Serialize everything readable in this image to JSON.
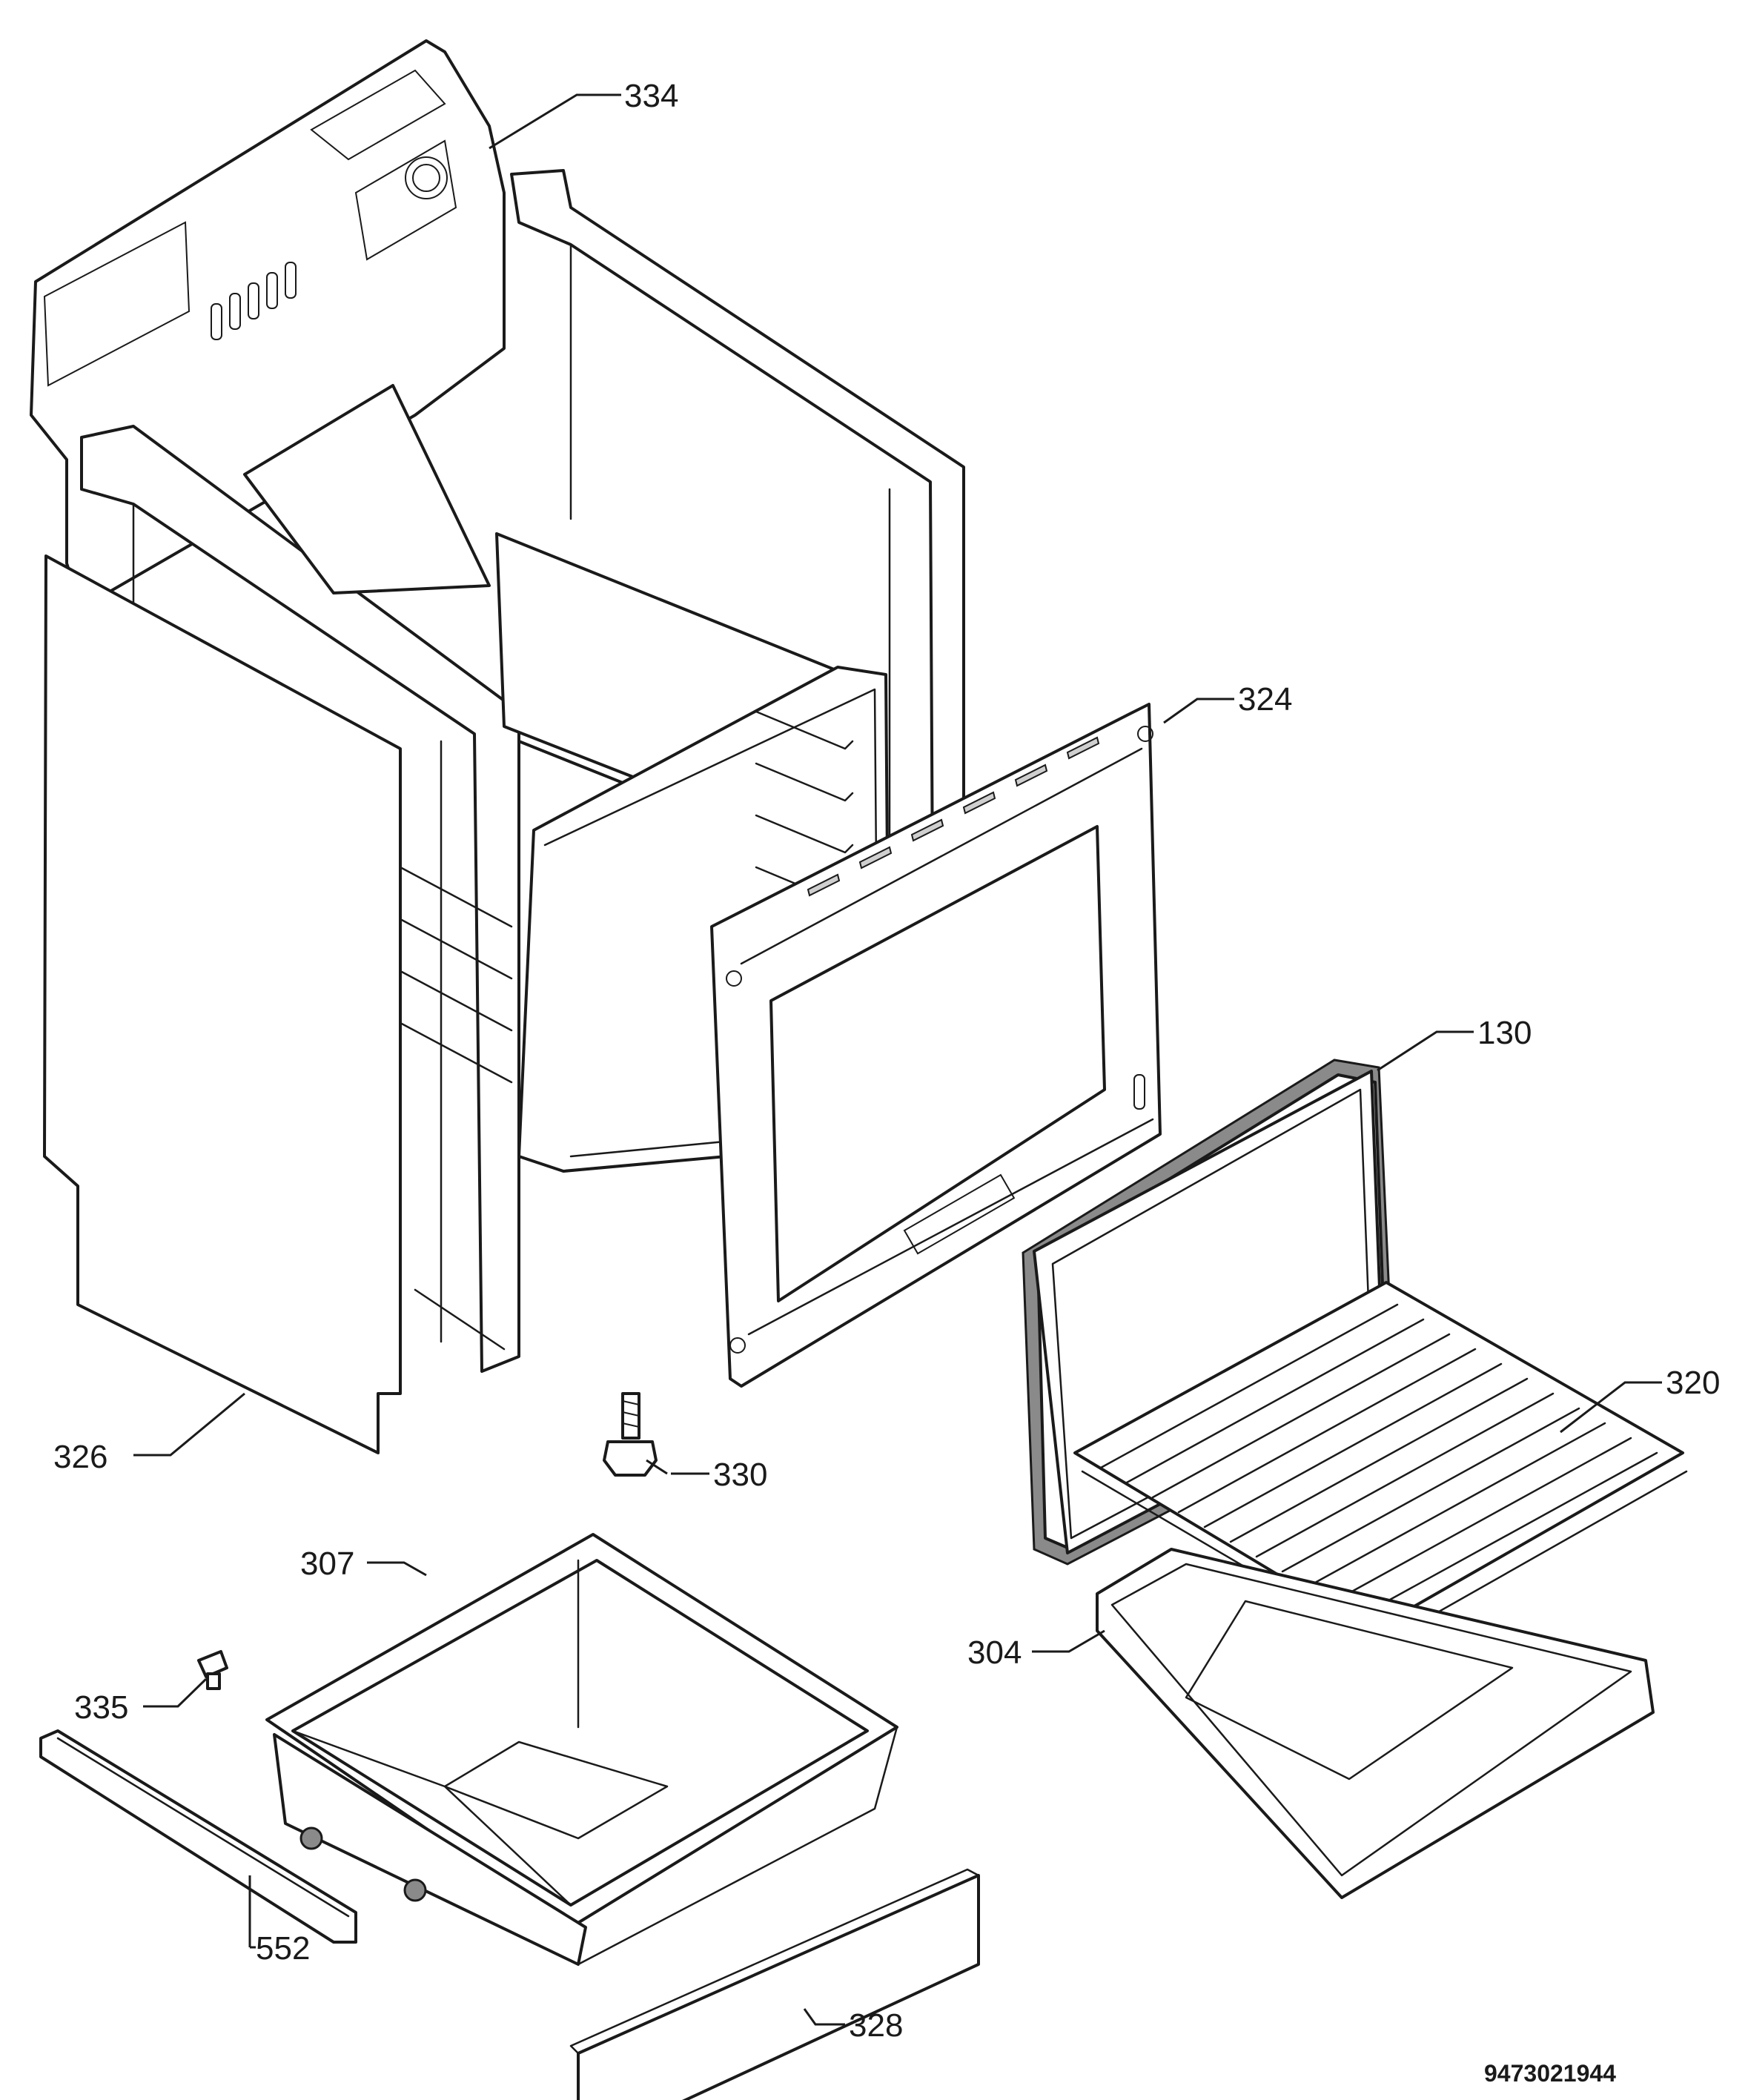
{
  "callouts": {
    "c334": "334",
    "c324": "324",
    "c130": "130",
    "c320": "320",
    "c326": "326",
    "c330": "330",
    "c307": "307",
    "c304": "304",
    "c335": "335",
    "c328": "328",
    "c552": "552"
  },
  "document_number": "9473021944"
}
